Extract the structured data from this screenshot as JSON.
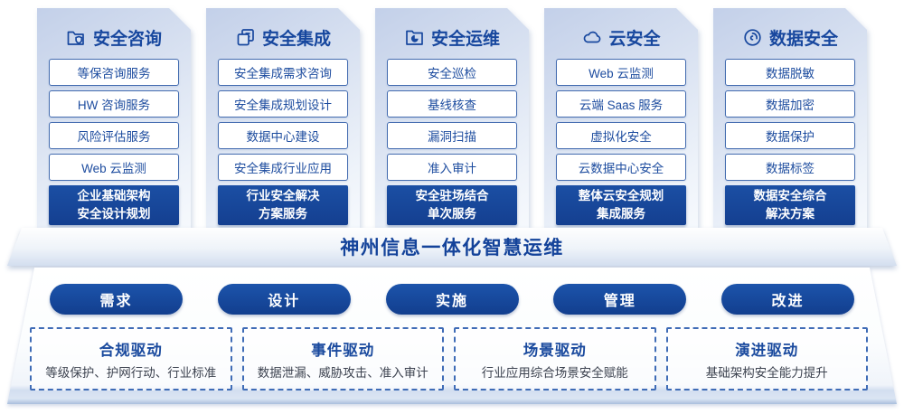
{
  "palette": {
    "primary_blue": "#17479E",
    "deep_blue": "#123E8E",
    "item_border_blue": "#446CB0",
    "item_text_blue": "#1D4C9F",
    "driver_desc_gray": "#3D4350",
    "card_gradient_top": "#C3D0E9",
    "card_gradient_bottom": "#F6F9FD",
    "platform_band": "#A9BEDD"
  },
  "columns": [
    {
      "icon": "folder-shield-icon",
      "title": "安全咨询",
      "items": [
        "等保咨询服务",
        "HW 咨询服务",
        "风险评估服务",
        "Web 云监测"
      ],
      "highlight_lines": [
        "企业基础架构",
        "安全设计规划"
      ]
    },
    {
      "icon": "stacked-docs-icon",
      "title": "安全集成",
      "items": [
        "安全集成需求咨询",
        "安全集成规划设计",
        "数据中心建设",
        "安全集成行业应用"
      ],
      "highlight_lines": [
        "行业安全解决",
        "方案服务"
      ]
    },
    {
      "icon": "folder-pie-icon",
      "title": "安全运维",
      "items": [
        "安全巡检",
        "基线核查",
        "漏洞扫描",
        "准入审计"
      ],
      "highlight_lines": [
        "安全驻场结合",
        "单次服务"
      ]
    },
    {
      "icon": "cloud-icon",
      "title": "云安全",
      "items": [
        "Web 云监测",
        "云端 Saas 服务",
        "虚拟化安全",
        "云数据中心安全"
      ],
      "highlight_lines": [
        "整体云安全规划",
        "集成服务"
      ]
    },
    {
      "icon": "fingerprint-icon",
      "title": "数据安全",
      "items": [
        "数据脱敏",
        "数据加密",
        "数据保护",
        "数据标签"
      ],
      "highlight_lines": [
        "数据安全综合",
        "解决方案"
      ]
    }
  ],
  "banner": {
    "title": "神州信息一体化智慧运维"
  },
  "process_steps": [
    "需求",
    "设计",
    "实施",
    "管理",
    "改进"
  ],
  "drivers": [
    {
      "title": "合规驱动",
      "desc": "等级保护、护网行动、行业标准"
    },
    {
      "title": "事件驱动",
      "desc": "数据泄漏、威胁攻击、准入审计"
    },
    {
      "title": "场景驱动",
      "desc": "行业应用综合场景安全赋能"
    },
    {
      "title": "演进驱动",
      "desc": "基础架构安全能力提升"
    }
  ]
}
